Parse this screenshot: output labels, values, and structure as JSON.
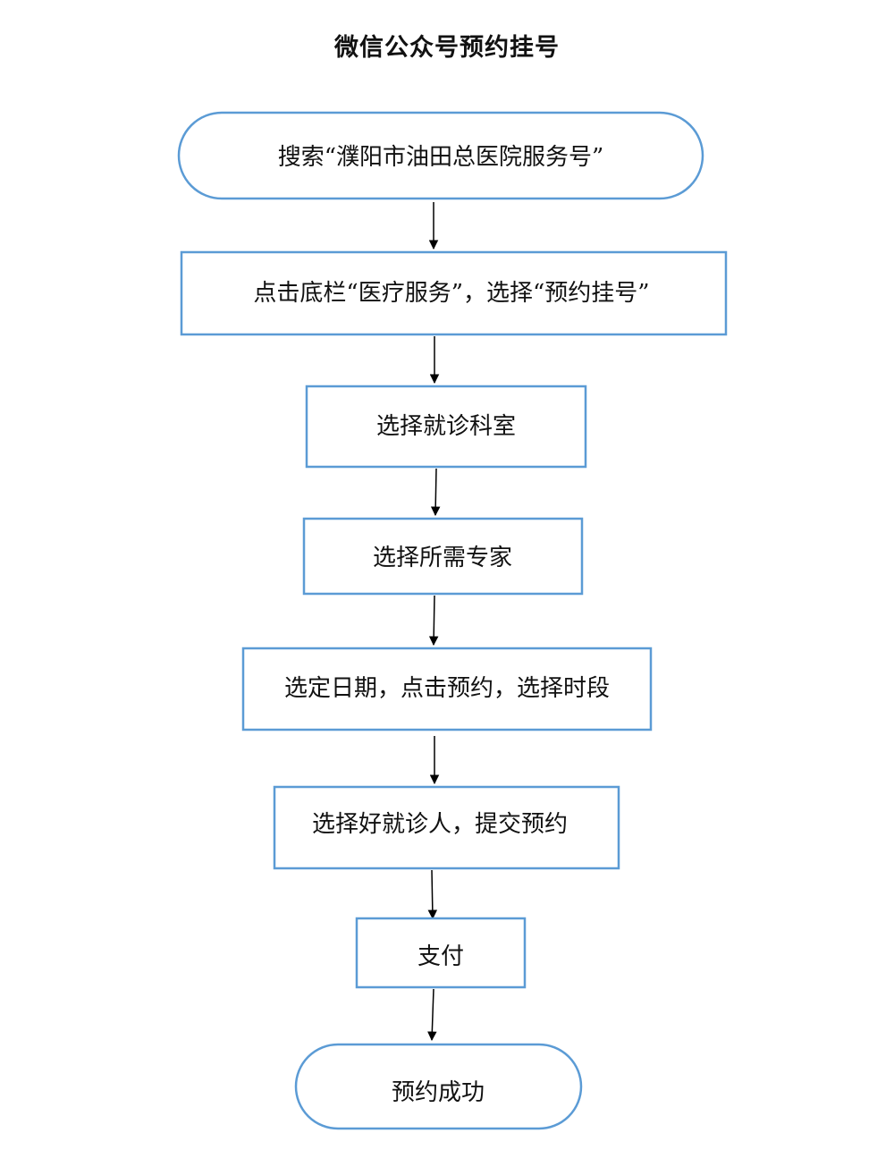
{
  "title": "微信公众号预约挂号",
  "flow": {
    "steps": [
      {
        "id": "search",
        "shape": "terminal",
        "label": "搜索“濮阳市油田总医院服务号”"
      },
      {
        "id": "tap-menu",
        "shape": "process",
        "label": "点击底栏“医疗服务”，选择“预约挂号”"
      },
      {
        "id": "choose-department",
        "shape": "process",
        "label": "选择就诊科室"
      },
      {
        "id": "choose-expert",
        "shape": "process",
        "label": "选择所需专家"
      },
      {
        "id": "choose-date-time",
        "shape": "process",
        "label": "选定日期，点击预约，选择时段"
      },
      {
        "id": "choose-patient-submit",
        "shape": "process",
        "label": "选择好就诊人，提交预约"
      },
      {
        "id": "pay",
        "shape": "process",
        "label": "支付"
      },
      {
        "id": "success",
        "shape": "terminal",
        "label": "预约成功"
      }
    ]
  },
  "colors": {
    "node_border": "#5b9bd5",
    "arrow": "#000000",
    "text": "#111111"
  }
}
